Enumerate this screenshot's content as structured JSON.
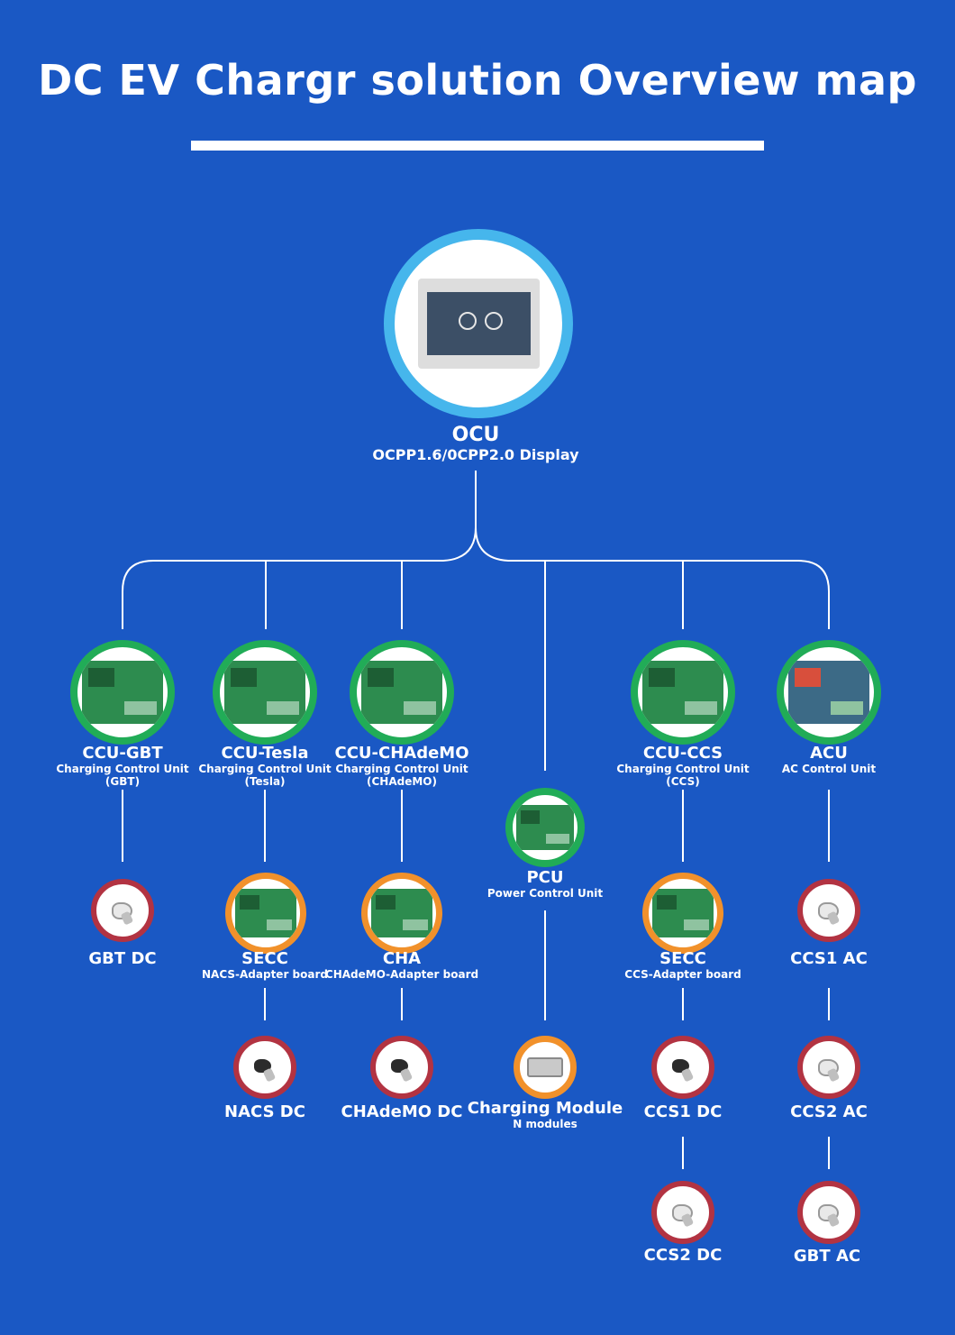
{
  "title": "DC EV Chargr solution Overview map",
  "ocu": {
    "name": "OCU",
    "desc": "OCPP1.6/0CPP2.0 Display"
  },
  "ccu_gbt": {
    "name": "CCU-GBT",
    "desc": "Charging Control Unit",
    "sub": "(GBT)"
  },
  "ccu_tesla": {
    "name": "CCU-Tesla",
    "desc": "Charging Control Unit",
    "sub": "(Tesla)"
  },
  "ccu_chademo": {
    "name": "CCU-CHAdeMO",
    "desc": "Charging Control Unit",
    "sub": "(CHAdeMO)"
  },
  "ccu_ccs": {
    "name": "CCU-CCS",
    "desc": "Charging Control Unit",
    "sub": "(CCS)"
  },
  "acu": {
    "name": "ACU",
    "desc": "AC Control Unit"
  },
  "pcu": {
    "name": "PCU",
    "desc": "Power Control Unit"
  },
  "secc_nacs": {
    "name": "SECC",
    "desc": "NACS-Adapter board"
  },
  "cha": {
    "name": "CHA",
    "desc": "CHAdeMO-Adapter board"
  },
  "secc_ccs": {
    "name": "SECC",
    "desc": "CCS-Adapter board"
  },
  "gbt_dc": "GBT DC",
  "nacs_dc": "NACS DC",
  "chademo_dc": "CHAdeMO DC",
  "charging_module": {
    "name": "Charging Module",
    "desc": "N modules"
  },
  "ccs1_dc": "CCS1 DC",
  "ccs2_dc": "CCS2 DC",
  "ccs1_ac": "CCS1 AC",
  "ccs2_ac": "CCS2 AC",
  "gbt_ac": "GBT AC",
  "colors": {
    "background": "#1a58c4",
    "ring_top": "#46b6ec",
    "ring_controller": "#21ac57",
    "ring_adapter": "#f1912b",
    "ring_connector": "#b23342"
  }
}
